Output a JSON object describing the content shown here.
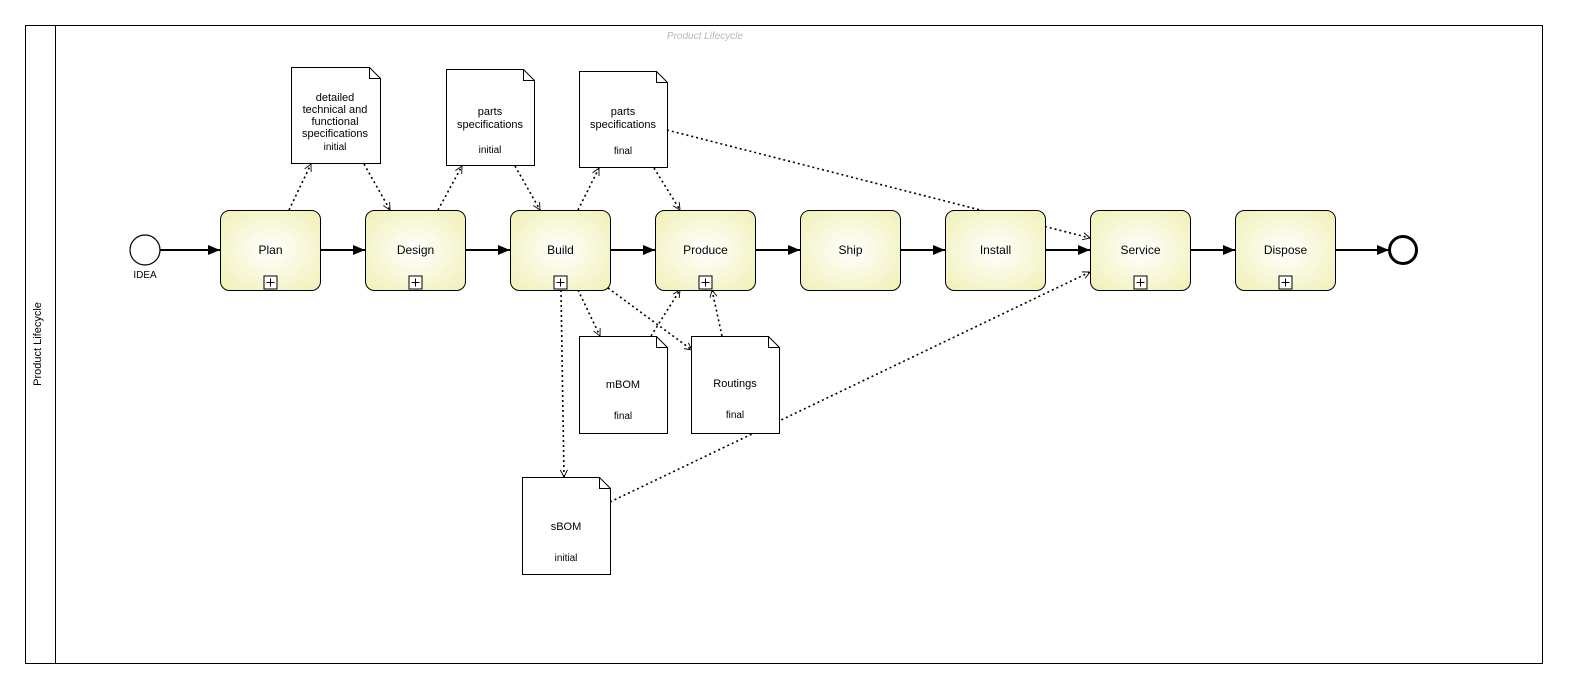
{
  "diagram": {
    "pool_label": "Product Lifecycle",
    "watermark": "Product Lifecycle",
    "start_event": {
      "label": "IDEA"
    },
    "tasks": [
      {
        "id": "plan",
        "label": "Plan",
        "subprocess": true
      },
      {
        "id": "design",
        "label": "Design",
        "subprocess": true
      },
      {
        "id": "build",
        "label": "Build",
        "subprocess": true
      },
      {
        "id": "produce",
        "label": "Produce",
        "subprocess": true
      },
      {
        "id": "ship",
        "label": "Ship",
        "subprocess": false
      },
      {
        "id": "install",
        "label": "Install",
        "subprocess": false
      },
      {
        "id": "service",
        "label": "Service",
        "subprocess": true
      },
      {
        "id": "dispose",
        "label": "Dispose",
        "subprocess": true
      }
    ],
    "documents": [
      {
        "id": "spec",
        "lines": [
          "detailed",
          "technical and",
          "functional",
          "specifications"
        ],
        "state": "initial"
      },
      {
        "id": "parts_initial",
        "lines": [
          "parts",
          "specifications"
        ],
        "state": "initial"
      },
      {
        "id": "parts_final",
        "lines": [
          "parts",
          "specifications"
        ],
        "state": "final"
      },
      {
        "id": "mbom",
        "lines": [
          "mBOM"
        ],
        "state": "final"
      },
      {
        "id": "routings",
        "lines": [
          "Routings"
        ],
        "state": "final"
      },
      {
        "id": "sbom",
        "lines": [
          "sBOM"
        ],
        "state": "initial"
      }
    ],
    "colors": {
      "task_fill_light": "#fdfde8",
      "task_fill_dark": "#f3f3c4",
      "stroke": "#000000",
      "watermark": "#b8b8b8"
    }
  }
}
